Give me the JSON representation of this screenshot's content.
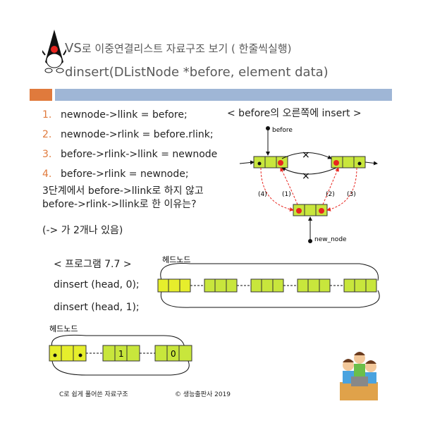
{
  "slide": {
    "brand": "VS",
    "title_korean": "로 이중연결리스트 자료구조 보기 ( 한줄씩실행)",
    "title_func": "dinsert(DListNode *before, element data)",
    "steps": [
      {
        "num": "1.",
        "code": "newnode->llink = before;"
      },
      {
        "num": "2.",
        "code": "newnode->rlink = before.rlink;"
      },
      {
        "num": "3.",
        "code": "before->rlink->llink = newnode"
      },
      {
        "num": "4.",
        "code": "before->rlink = newnode;"
      }
    ],
    "question_line1": "3단계에서 before->llink로 하지 않고",
    "question_line2": "before->rlink->llink로 한 이유는?",
    "note": "(-> 가 2개나 있음)",
    "right_title": "< before의 오른쪽에 insert >",
    "program_title": "< 프로그램 7.7 >",
    "program_lines": [
      "dinsert (head, 0);",
      "dinsert (head, 1);"
    ],
    "footer_left": "C로 쉽게 풀어쓴 자료구조",
    "footer_right": "© 생능출판사 2019"
  },
  "diagram": {
    "before_label": "before",
    "new_node_label": "new_node",
    "step_labels": [
      "(4)",
      "(1)",
      "(2)",
      "(3)"
    ],
    "head_node_label": "헤드노드",
    "list_small": [
      "1",
      "0"
    ],
    "colors": {
      "node": "#c8e63c",
      "accent_red": "#e8251f",
      "dashed": "#e8251f"
    }
  }
}
